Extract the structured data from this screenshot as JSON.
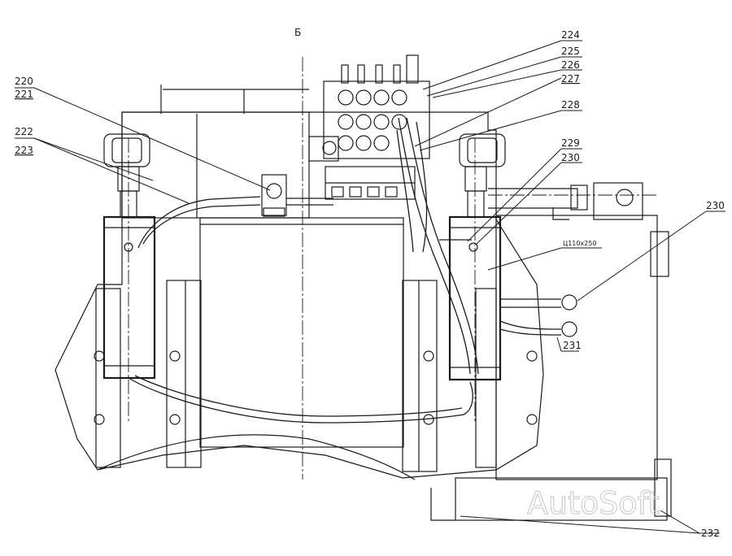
{
  "view_label": "Б",
  "callouts": [
    {
      "id": "c220",
      "text": "220"
    },
    {
      "id": "c221",
      "text": "221"
    },
    {
      "id": "c222",
      "text": "222"
    },
    {
      "id": "c223",
      "text": "223"
    },
    {
      "id": "c224",
      "text": "224"
    },
    {
      "id": "c225",
      "text": "225"
    },
    {
      "id": "c226",
      "text": "226"
    },
    {
      "id": "c227",
      "text": "227"
    },
    {
      "id": "c228",
      "text": "228"
    },
    {
      "id": "c229",
      "text": "229"
    },
    {
      "id": "c230a",
      "text": "230"
    },
    {
      "id": "c230b",
      "text": "230"
    },
    {
      "id": "c231",
      "text": "231"
    },
    {
      "id": "c232",
      "text": "232"
    }
  ],
  "cylinder_spec": "Ц110х250",
  "watermark": "AutoSoft"
}
